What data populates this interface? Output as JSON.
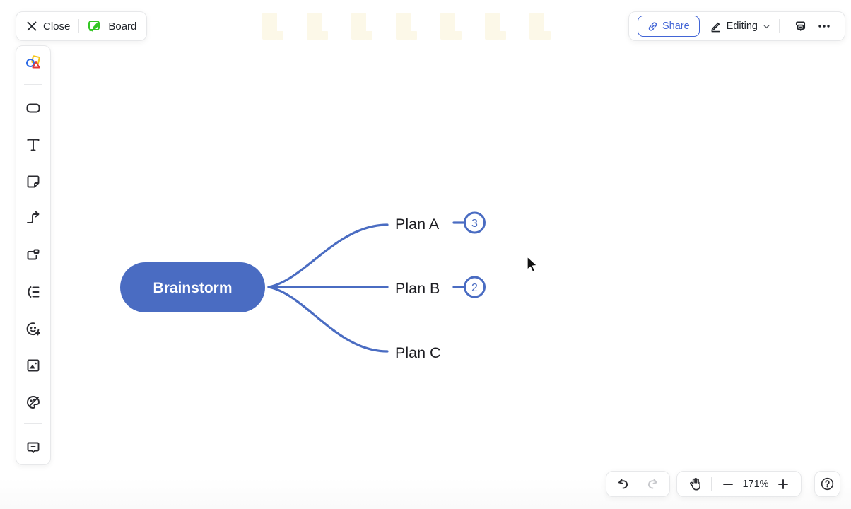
{
  "topbar_left": {
    "close_label": "Close",
    "board_label": "Board"
  },
  "topbar_right": {
    "share_label": "Share",
    "mode_label": "Editing"
  },
  "sidebar": {
    "tools": [
      "shapes-library",
      "shape",
      "text",
      "sticky-note",
      "connector",
      "frame",
      "mindmap",
      "emoji",
      "image",
      "theme",
      "comment"
    ]
  },
  "mindmap": {
    "root": "Brainstorm",
    "branches": [
      {
        "label": "Plan A",
        "badge": "3"
      },
      {
        "label": "Plan B",
        "badge": "2"
      },
      {
        "label": "Plan C",
        "badge": ""
      }
    ]
  },
  "zoom_controls": {
    "level": "171%"
  },
  "help": {
    "label": "?"
  },
  "colors": {
    "accent_blue": "#4A6CC2",
    "share_blue": "#4265D6",
    "board_green": "#34C724",
    "icon_dark": "#2B2B30"
  }
}
